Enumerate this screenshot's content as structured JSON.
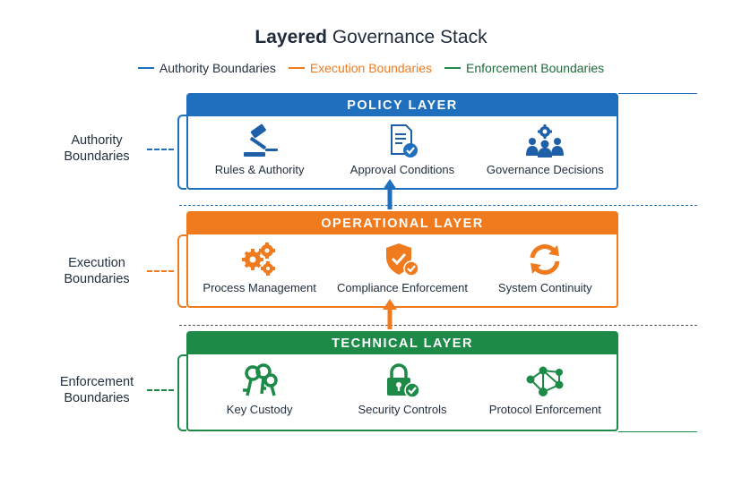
{
  "title": {
    "bold": "Layered",
    "rest": "Governance Stack"
  },
  "legend": [
    {
      "label": "Authority Boundaries",
      "color": "#1f6fbf"
    },
    {
      "label": "Execution Boundaries",
      "color": "#f07a1e"
    },
    {
      "label": "Enforcement Boundaries",
      "color": "#1e8a47"
    }
  ],
  "side_labels": {
    "authority": [
      "Authority",
      "Boundaries"
    ],
    "execution": [
      "Execution",
      "Boundaries"
    ],
    "enforcement": [
      "Enforcement",
      "Boundaries"
    ]
  },
  "layers": {
    "policy": {
      "title": "POLICY LAYER",
      "color": "#1f6fbf",
      "items": [
        {
          "label": "Rules & Authority",
          "icon": "gavel-icon"
        },
        {
          "label": "Approval Conditions",
          "icon": "approved-document-icon"
        },
        {
          "label": "Governance Decisions",
          "icon": "group-gear-icon"
        }
      ]
    },
    "operational": {
      "title": "OPERATIONAL LAYER",
      "color": "#f07a1e",
      "items": [
        {
          "label": "Process Management",
          "icon": "gears-icon"
        },
        {
          "label": "Compliance Enforcement",
          "icon": "shield-check-icon"
        },
        {
          "label": "System Continuity",
          "icon": "refresh-cycle-icon"
        }
      ]
    },
    "technical": {
      "title": "TECHNICAL LAYER",
      "color": "#1e8a47",
      "items": [
        {
          "label": "Key Custody",
          "icon": "keys-icon"
        },
        {
          "label": "Security Controls",
          "icon": "padlock-check-icon"
        },
        {
          "label": "Protocol Enforcement",
          "icon": "network-nodes-icon"
        }
      ]
    }
  }
}
